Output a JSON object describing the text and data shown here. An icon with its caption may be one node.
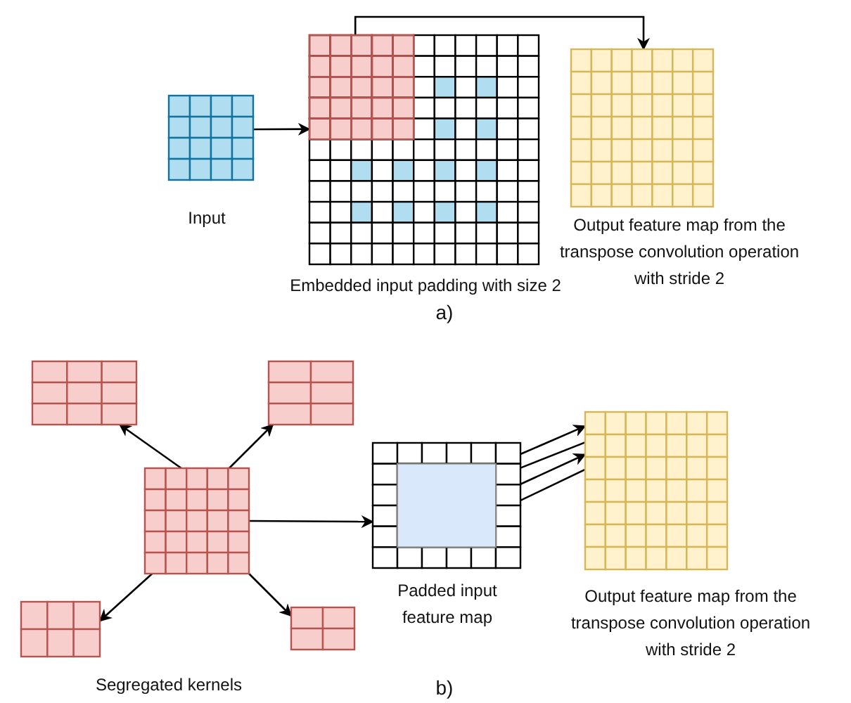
{
  "diagram": {
    "nodes": [
      {
        "text": [],
        "shape": "grid",
        "beside": [
          "Input"
        ]
      },
      {
        "text": [],
        "shape": "grid",
        "beside": [
          "Embedded input padding with size 2"
        ]
      },
      {
        "text": [],
        "shape": "grid",
        "beside": [
          "Output feature map from the transpose convolution operation with stride 2"
        ]
      },
      {
        "text": [],
        "shape": "grid"
      },
      {
        "text": [],
        "shape": "grid"
      },
      {
        "text": [],
        "shape": "grid"
      },
      {
        "text": [],
        "shape": "grid"
      },
      {
        "text": [],
        "shape": "grid"
      },
      {
        "text": [],
        "shape": "grid",
        "beside": [
          "Padded input feature map"
        ]
      },
      {
        "text": [],
        "shape": "grid",
        "beside": [
          "Output feature map from the transpose convolution operation with stride 2"
        ]
      }
    ],
    "edges": [
      {
        "from": 0,
        "to": 1,
        "arrow": "to"
      },
      {
        "from": 1,
        "to": 2,
        "arrow": "to"
      },
      {
        "from": 3,
        "to": 4,
        "arrow": "to"
      },
      {
        "from": 3,
        "to": 5,
        "arrow": "to"
      },
      {
        "from": 3,
        "to": 6,
        "arrow": "to"
      },
      {
        "from": 3,
        "to": 7,
        "arrow": "to"
      },
      {
        "from": 3,
        "to": 8,
        "arrow": "to"
      },
      {
        "from": 8,
        "to": 9,
        "arrow": "to"
      },
      {
        "from": 8,
        "to": 9,
        "arrow": "to"
      },
      {
        "from": 8,
        "to": 9,
        "arrow": "to"
      },
      {
        "from": 8,
        "to": 9,
        "arrow": "to"
      }
    ],
    "labels": [
      "a)",
      "Segregated kernels",
      "b)"
    ]
  }
}
